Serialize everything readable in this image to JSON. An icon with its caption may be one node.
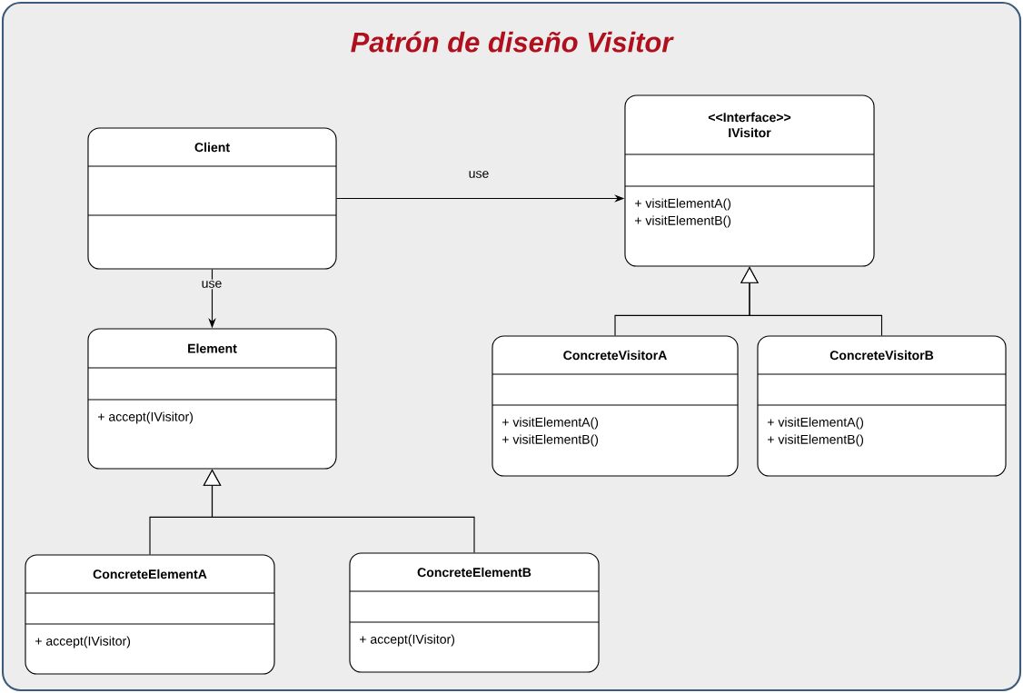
{
  "diagram": {
    "title": "Patrón de diseño Visitor",
    "nodes": [
      {
        "text": [
          "Client"
        ]
      },
      {
        "text": [
          "<<Interface>>",
          "IVisitor",
          "+ visitElementA()",
          "+ visitElementB()"
        ]
      },
      {
        "text": [
          "Element",
          "+ accept(IVisitor)"
        ]
      },
      {
        "text": [
          "ConcreteVisitorA",
          "+ visitElementA()",
          "+ visitElementB()"
        ]
      },
      {
        "text": [
          "ConcreteVisitorB",
          "+ visitElementA()",
          "+ visitElementB()"
        ]
      },
      {
        "text": [
          "ConcreteElementA",
          "+ accept(IVisitor)"
        ]
      },
      {
        "text": [
          "ConcreteElementB",
          "+ accept(IVisitor)"
        ]
      }
    ],
    "edges": [
      {
        "from": 0,
        "to": 1,
        "arrow": "to",
        "label": "use"
      },
      {
        "from": 0,
        "to": 2,
        "arrow": "to",
        "label": "use"
      },
      {
        "from": 3,
        "to": 1,
        "arrow": "to"
      },
      {
        "from": 4,
        "to": 1,
        "arrow": "to"
      },
      {
        "from": 5,
        "to": 2,
        "arrow": "to"
      },
      {
        "from": 6,
        "to": 2,
        "arrow": "to"
      }
    ]
  }
}
